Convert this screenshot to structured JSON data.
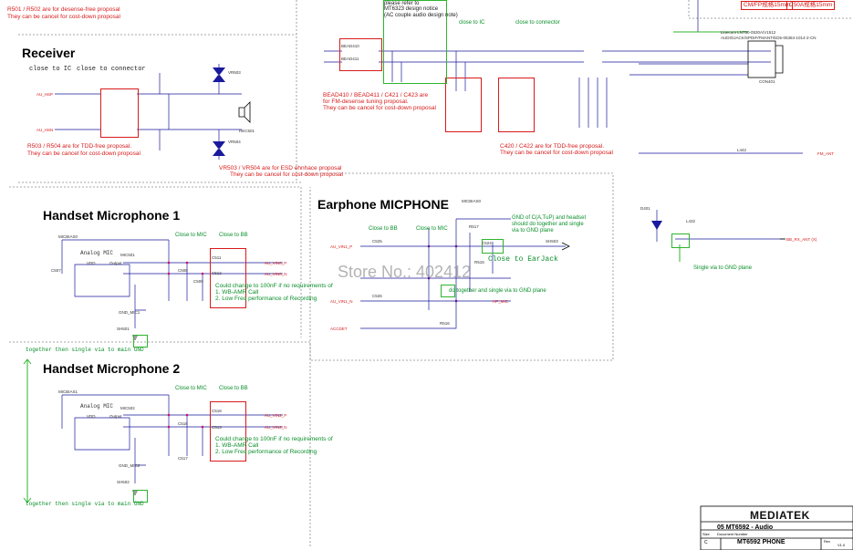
{
  "sections": {
    "receiver": "Receiver",
    "handset_mic1": "Handset Microphone 1",
    "handset_mic2": "Handset Microphone 2",
    "earphone_mic": "Earphone MICPHONE"
  },
  "notes_red": {
    "r501": "R501 / R502 are for desense-free proposal",
    "r501b": "They can be cancel for cost-down proposal",
    "r503": "R503 / R504 are for TDD-free proposal.",
    "r503b": "They can be cancel for cost-down proposal",
    "vr503": "VR503 / VR504 are for ESD ehnhace proposal",
    "vr503b": "They can be cancel for cost-down proposal",
    "bead": "BEAD410 / BEAD411 / C421 / C423 are",
    "beadb": "for FM-desense tuning proposal.",
    "beadc": "They can be cancel for cost-down proposal",
    "c420": "C420 / C422 are for TDD-free proposal.",
    "c420b": "They can be cancel for cost-down proposal",
    "could1": "Could change to 100nF if no requirements of",
    "could1b": "1. WB-AMR Call",
    "could1c": "2. Low Freq performance of Recording",
    "could2": "Could change to 100nF if no requirements of",
    "could2b": "1. WB-AMR Call",
    "could2c": "2. Low Freq performance of Recording",
    "cm_top": "CM/FP规格15mm",
    "cm_top2": "C50A规格15mm"
  },
  "notes_green": {
    "pleaserefer": "please refer to",
    "mt6323": "MT6323 design notice",
    "couple": "(AC couple audio design note)",
    "close_ic_top": "close to IC",
    "close_conn_top": "close to connector",
    "close_ic_rx": "close to IC",
    "close_conn_rx": "close to connector",
    "close_mic1": "Close to MIC",
    "close_bb1": "Close to BB",
    "close_mic2": "Close to MIC",
    "close_bb2": "Close to BB",
    "close_bb_e": "Close to BB",
    "close_mic_e": "Close to MIC",
    "gnd_note": "GND of C(A,TuP) and headset",
    "gnd_note2": "should do together and single",
    "gnd_note3": "via to GND plane",
    "close_earjack": "Close to EarJack",
    "do_together": "do together and single via to GND plane",
    "single_via": "Single via to GND plane",
    "together1": "together then single via to main GND",
    "together2": "together then single via to main GND"
  },
  "labels": {
    "analog_mic1": "Analog MIC",
    "analog_mic2": "Analog MIC",
    "mic501": "MIC501",
    "mic502": "MIC502",
    "vdd": "VDD",
    "output": "Output",
    "gnd_mic1": "GND_MIC1",
    "gnd_mic2": "GND_MIC2",
    "micbias0": "MICBIAS0",
    "micbias1": "MICBIAS1",
    "micbias0b": "MICBIAS0",
    "au_hsp": "AU_HSP",
    "au_hsn": "AU_HSN",
    "accdet": "ACCDET",
    "au_vin0p": "AU_VIN0_P",
    "au_vin0n": "AU_VIN0_N",
    "au_vin1p": "AU_VIN1_P",
    "au_vin1n": "AU_VIN1_N",
    "au_vin2p": "AU_VIN2_P",
    "au_vin2n": "AU_VIN2_N",
    "hp_mic": "HP_MIC",
    "fm_ant": "FM_ANT",
    "fm_ant_b": "BB_RX_ANT (X)",
    "rec501": "REC501",
    "con401": "CON401",
    "vr503": "VR503",
    "vr504": "VR504",
    "bead410": "BEAD410",
    "bead411": "BEAD411",
    "l442": "L442",
    "d401": "D401",
    "l432": "L432",
    "sh501": "SH501",
    "sh502": "SH502",
    "sh503": "SH503",
    "r517": "R517",
    "r516": "R516",
    "r515": "R515",
    "c524": "C524",
    "c525": "C525",
    "c526": "C526",
    "c507": "C507",
    "c508": "C508",
    "c509": "C509",
    "c511": "C511",
    "c512": "C512",
    "c516": "C516",
    "c517": "C517",
    "c518": "C518",
    "c513": "C513",
    "headset_conn": "Linecom LN750-0530A/V1512",
    "headset_conn2": "AUDIOJACK/SPDIF/FMANT/ED5-05384-1014-2-CN"
  },
  "watermark": {
    "store": "Store No.:  402412"
  },
  "title_block": {
    "brand": "MEDIATEK",
    "sheet": "05 MT6592 - Audio",
    "docnum_label": "Document Number",
    "doc": "MT6592 PHONE",
    "size_label": "Size",
    "size": "C",
    "rev_label": "Rev",
    "rev": "V1.0"
  },
  "colors": {
    "wire": "#1a1a9e",
    "pin": "#c0136b",
    "red": "#d81b1b",
    "green": "#2db52d",
    "dashed": "#8a8a8a"
  }
}
